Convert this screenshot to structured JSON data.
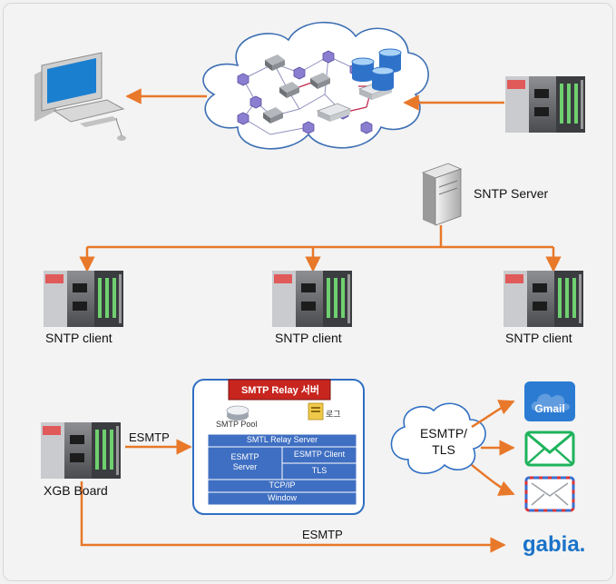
{
  "sntp": {
    "server_label": "SNTP Server",
    "clients": [
      "SNTP client",
      "SNTP client",
      "SNTP client"
    ]
  },
  "smtp": {
    "board_label": "XGB Board",
    "link_label": "ESMTP",
    "bottom_link_label": "ESMTP",
    "tls_label_line1": "ESMTP/",
    "tls_label_line2": "TLS",
    "relay_title": "SMTP Relay 서버",
    "pool_label": "SMTP Pool",
    "log_label": "로그",
    "stack": {
      "relay_server": "SMTL Relay Server",
      "esmtp_server": "ESMTP\nServer",
      "esmtp_client": "ESMTP Client",
      "tls": "TLS",
      "tcpip": "TCP/IP",
      "window": "Window"
    },
    "gmail_label": "Gmail",
    "gabia_label": "gabia."
  },
  "colors": {
    "arrow": "#e8782a",
    "stack_box": "#3f6fc2",
    "relay_title_bg": "#c8251f",
    "gmail": "#2b7bd3",
    "mail_green": "#1fb35c",
    "gabia": "#1a73c9"
  }
}
